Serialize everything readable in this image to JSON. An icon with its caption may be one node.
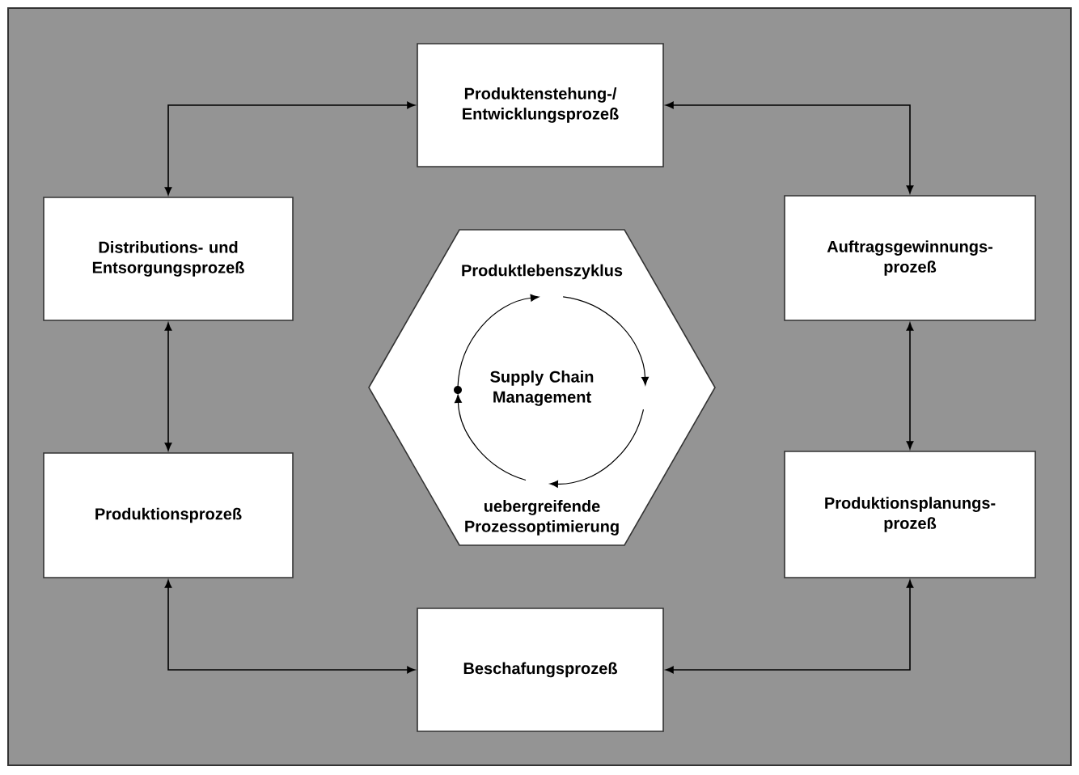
{
  "diagram": {
    "nodes": [
      {
        "text": [
          "Produktenstehung-/ Entwicklungsprozeß"
        ]
      },
      {
        "text": [
          "Distributions- und Entsorgungsprozeß"
        ]
      },
      {
        "text": [
          "Auftragsgewinnungs- prozeß"
        ]
      },
      {
        "text": [
          "Produktlebenszyklus",
          "Supply Chain Management",
          "uebergreifende Prozessoptimierung"
        ]
      },
      {
        "text": [
          "Produktionsprozeß"
        ]
      },
      {
        "text": [
          "Produktionsplanungs- prozeß"
        ]
      },
      {
        "text": [
          "Beschafungsprozeß"
        ]
      }
    ],
    "edges": [
      {
        "from": 0,
        "to": 1,
        "arrow": "both"
      },
      {
        "from": 0,
        "to": 2,
        "arrow": "both"
      },
      {
        "from": 1,
        "to": 4,
        "arrow": "both"
      },
      {
        "from": 2,
        "to": 5,
        "arrow": "both"
      },
      {
        "from": 4,
        "to": 6,
        "arrow": "both"
      },
      {
        "from": 5,
        "to": 6,
        "arrow": "both"
      }
    ]
  }
}
